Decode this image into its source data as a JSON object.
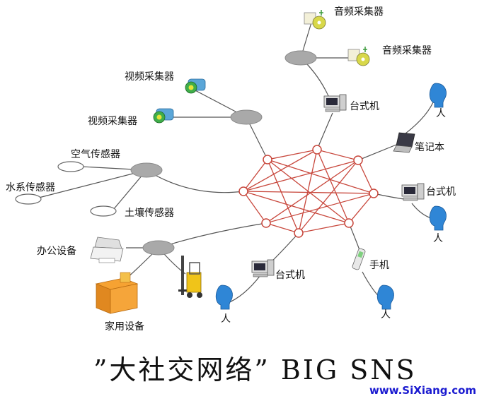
{
  "labels": {
    "audio1": "音频采集器",
    "audio2": "音频采集器",
    "video1": "视频采集器",
    "video2": "视频采集器",
    "air": "空气传感器",
    "water": "水系传感器",
    "soil": "土壤传感器",
    "office": "办公设备",
    "home": "家用设备",
    "desktop_top": "台式机",
    "desktop_right": "台式机",
    "desktop_bottom": "台式机",
    "laptop": "笔记本",
    "phone": "手机",
    "person_top": "人",
    "person_right": "人",
    "person_bottom_left": "人",
    "person_bottom_right": "人"
  },
  "title": "”大社交网络” BIG SNS",
  "watermark": "www.SiXiang.com",
  "colors": {
    "mesh": "#c8473c",
    "hub": "#a9a9a9",
    "person": "#2f86d6",
    "watermark": "#1a1ad0"
  }
}
